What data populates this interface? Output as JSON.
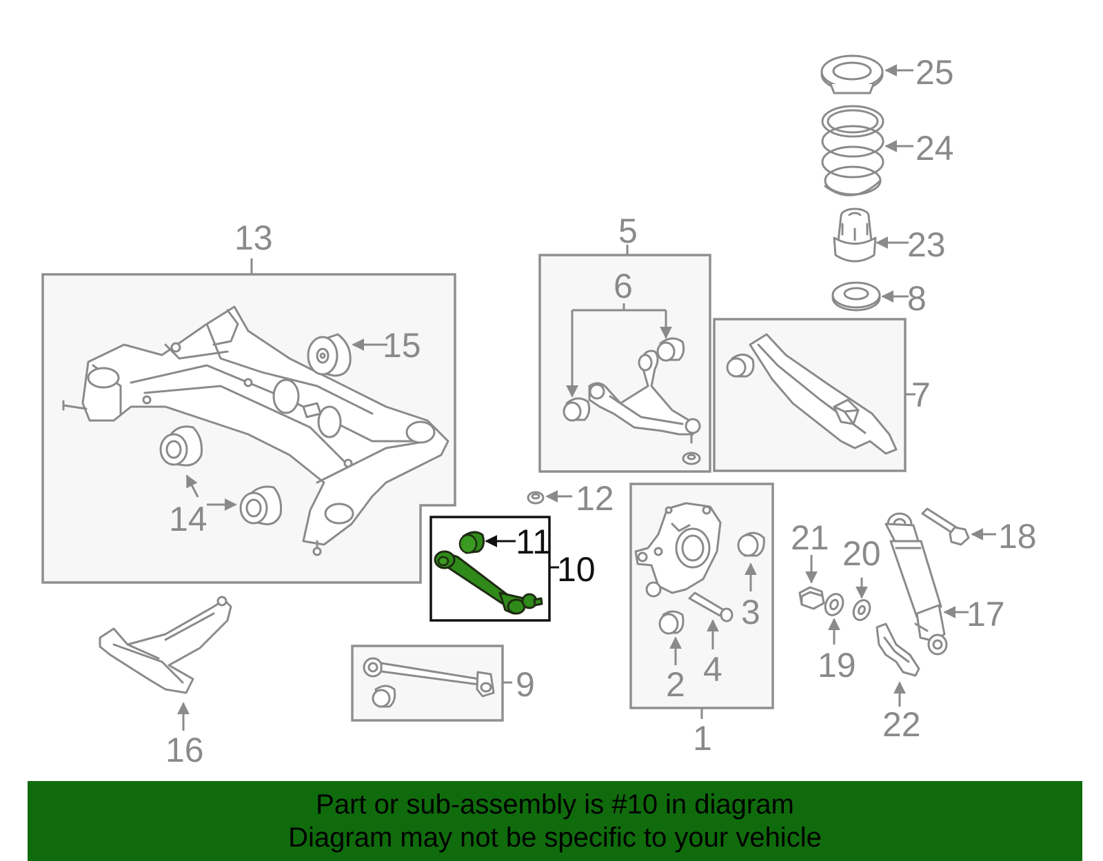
{
  "diagram": {
    "highlight_part": "10",
    "callouts": {
      "c1": "1",
      "c2": "2",
      "c3": "3",
      "c4": "4",
      "c5": "5",
      "c6": "6",
      "c7": "7",
      "c8": "8",
      "c9": "9",
      "c10": "10",
      "c11": "11",
      "c12": "12",
      "c13": "13",
      "c14": "14",
      "c15": "15",
      "c16": "16",
      "c17": "17",
      "c18": "18",
      "c19": "19",
      "c20": "20",
      "c21": "21",
      "c22": "22",
      "c23": "23",
      "c24": "24",
      "c25": "25"
    },
    "colors": {
      "line": "#8a8a8a",
      "highlight_part": "#2f8a1a",
      "banner_background": "#106b0d",
      "banner_text": "#000000"
    }
  },
  "banner": {
    "line1": "Part or sub-assembly is #10 in diagram",
    "line2": "Diagram may not be specific to your vehicle"
  }
}
